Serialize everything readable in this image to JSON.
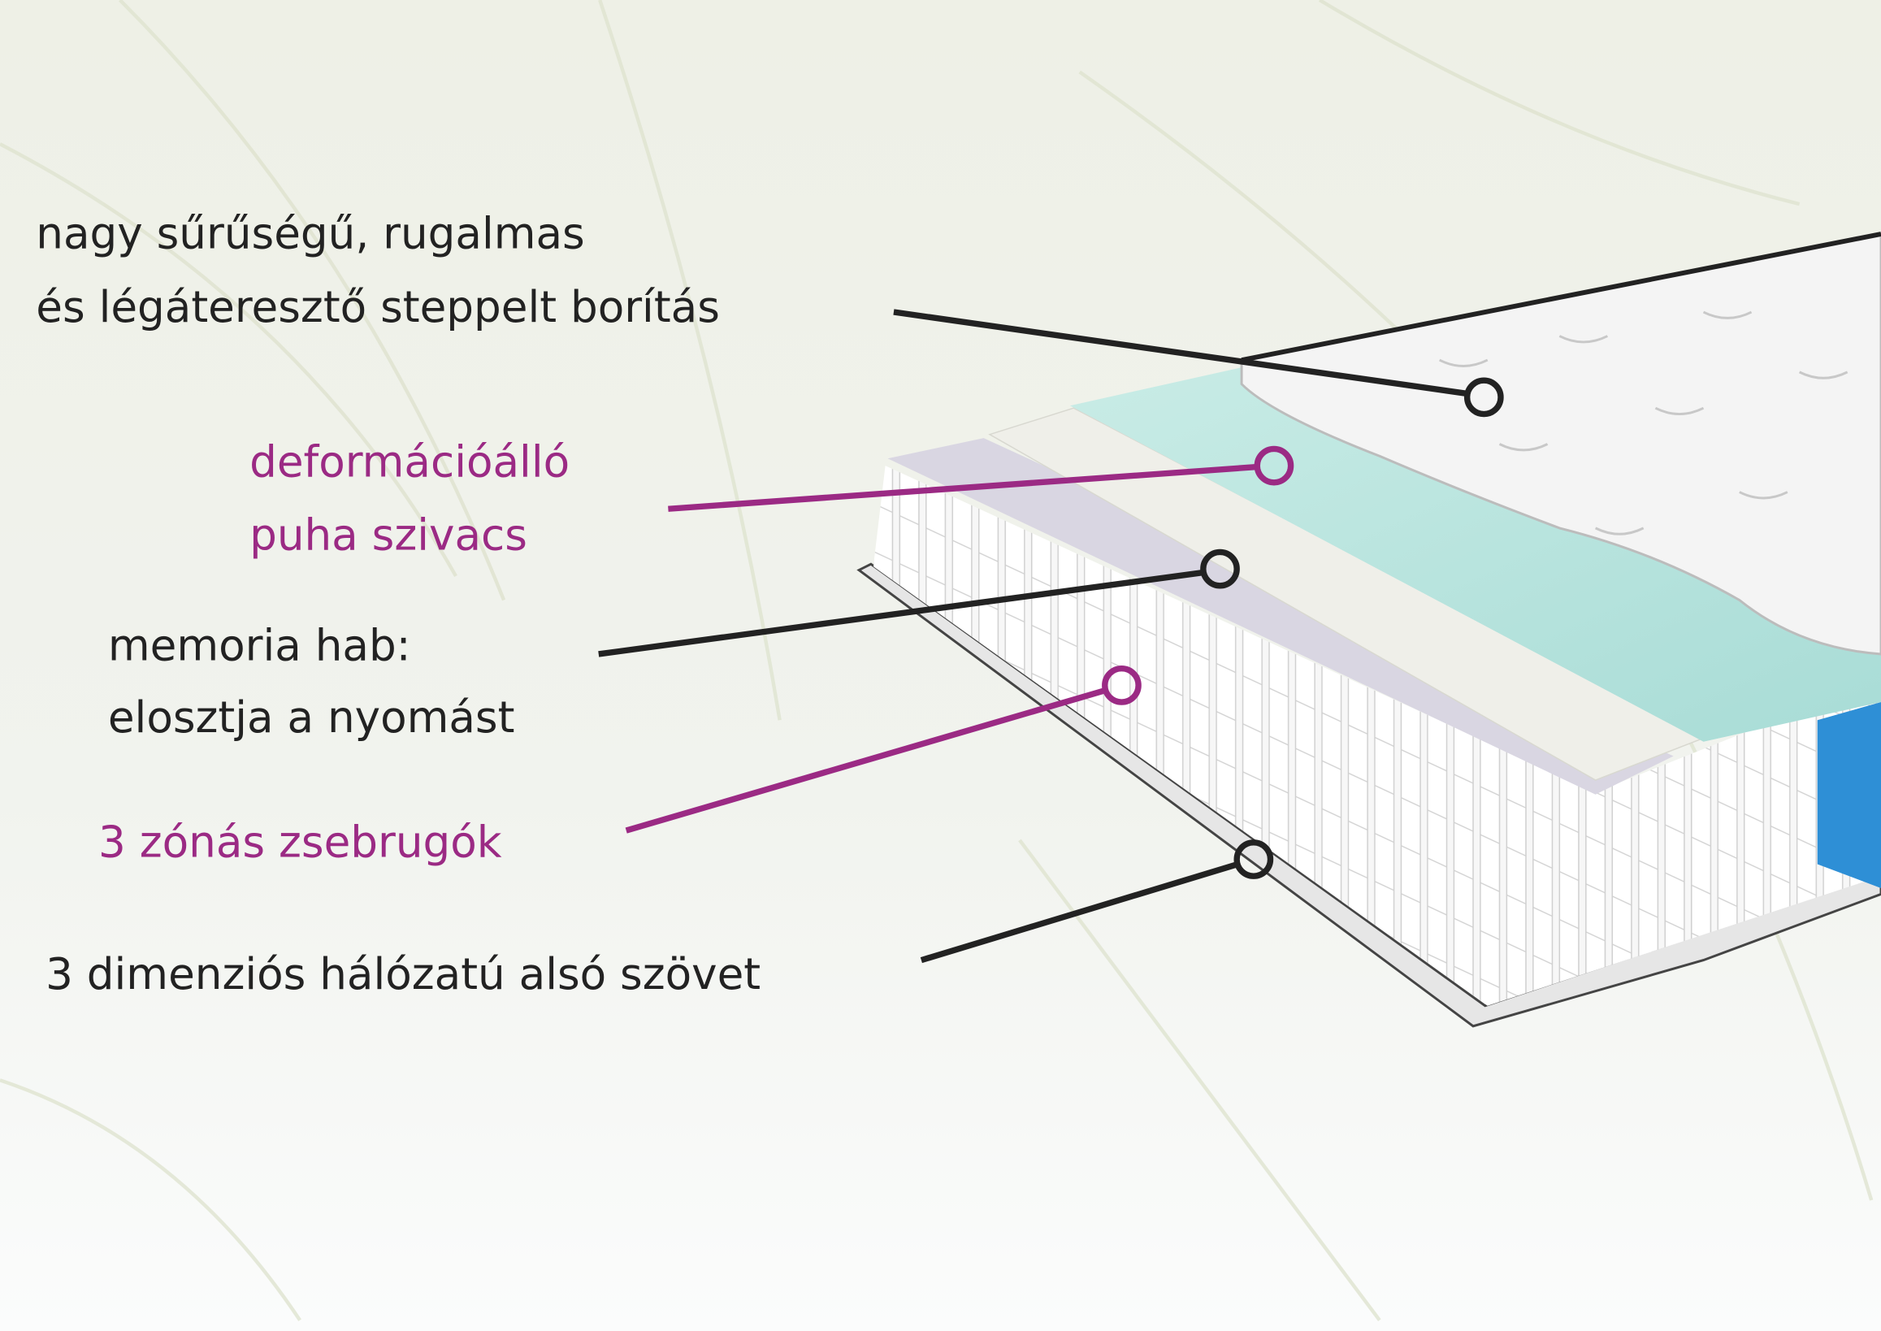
{
  "labels": {
    "cover": {
      "line1": "nagy sűrűségű, rugalmas",
      "line2": "és légáteresztő steppelt borítás"
    },
    "soft_foam": {
      "line1": "deformációálló",
      "line2": "puha szivacs"
    },
    "memory_foam": {
      "line1": "memoria hab:",
      "line2": "elosztja a nyomást"
    },
    "springs": {
      "line1": "3 zónás zsebrugók"
    },
    "bottom_fabric": {
      "line1": "3 dimenziós hálózatú alsó szövet"
    }
  },
  "colors": {
    "text_dark": "#222222",
    "accent_purple": "#9b2a84",
    "foam_blue": "#bfe3e0",
    "spring_blue": "#2e8fd6"
  }
}
